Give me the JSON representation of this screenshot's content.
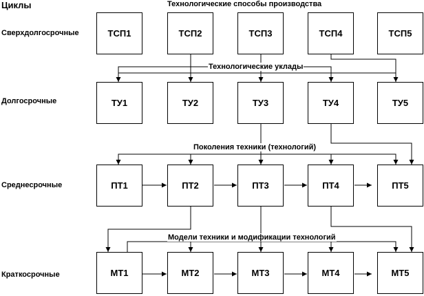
{
  "cycles_title": "Циклы",
  "top_title": "Технологические способы производства",
  "rows": [
    {
      "label": "Сверхдолгосрочные",
      "boxes": [
        "ТСП1",
        "ТСП2",
        "ТСП3",
        "ТСП4",
        "ТСП5"
      ]
    },
    {
      "label": "Долгосрочные",
      "boxes": [
        "ТУ1",
        "ТУ2",
        "ТУ3",
        "ТУ4",
        "ТУ5"
      ]
    },
    {
      "label": "Среднесрочные",
      "boxes": [
        "ПТ1",
        "ПТ2",
        "ПТ3",
        "ПТ4",
        "ПТ5"
      ]
    },
    {
      "label": "Краткосрочные",
      "boxes": [
        "МТ1",
        "МТ2",
        "МТ3",
        "МТ4",
        "МТ5"
      ]
    }
  ],
  "sections": {
    "ukladi": "Технологические уклады",
    "pokoleniya": "Поколения техники (технологий)",
    "modeli": "Модели техники и модификации технологий"
  }
}
